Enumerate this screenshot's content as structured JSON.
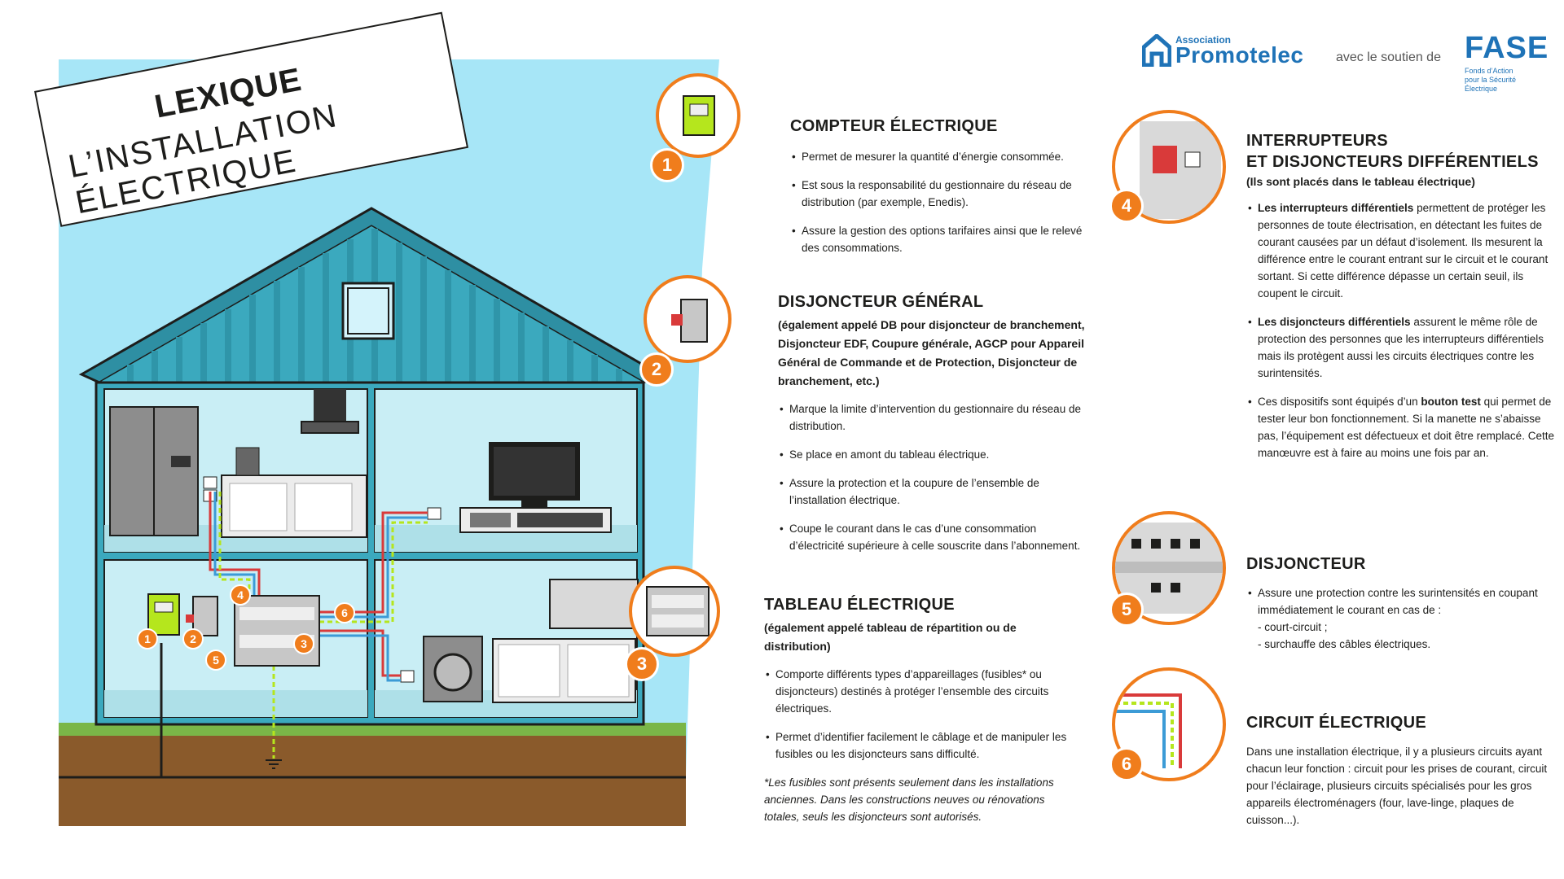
{
  "title": {
    "line1": "LEXIQUE",
    "line2": "L’INSTALLATION ÉLECTRIQUE"
  },
  "header": {
    "association": "Association",
    "promotelec": "Promotelec",
    "avec": "avec le soutien de",
    "fase": "FASE",
    "fase_sub": "Fonds d’Action pour la Sécurité Électrique"
  },
  "colors": {
    "orange": "#f07d1c",
    "sky": "#a7e6f7",
    "house": "#3ba9be",
    "ground": "#8a5a2b",
    "grass": "#7ab648",
    "meter": "#b5e61d"
  },
  "house_badges": [
    "1",
    "2",
    "3",
    "4",
    "5",
    "6"
  ],
  "sections": {
    "compteur": {
      "num": "1",
      "title": "COMPTEUR ÉLECTRIQUE",
      "bullets": [
        "Permet de mesurer la quantité d’énergie consommée.",
        "Est sous la responsabilité du gestionnaire du réseau de distribution (par exemple, Enedis).",
        "Assure la gestion des options tarifaires ainsi que le relevé des consommations."
      ]
    },
    "disjoncteur_general": {
      "num": "2",
      "title": "DISJONCTEUR GÉNÉRAL",
      "subtitle": "(également appelé DB pour disjoncteur de branchement, Disjoncteur EDF, Coupure générale, AGCP pour Appareil Général de Commande et de Protection, Disjoncteur de branchement, etc.)",
      "bullets": [
        "Marque la limite d’intervention du gestionnaire du réseau de distribution.",
        "Se place en amont du tableau électrique.",
        "Assure la protection et la coupure de l’ensemble de l’installation électrique.",
        "Coupe le courant dans le cas d’une consommation d’électricité supérieure à celle souscrite dans l’abonnement."
      ]
    },
    "tableau": {
      "num": "3",
      "title": "TABLEAU ÉLECTRIQUE",
      "subtitle": "(également appelé tableau de répartition ou de distribution)",
      "bullets": [
        "Comporte différents types d’appareillages (fusibles* ou disjoncteurs) destinés à protéger l’ensemble des circuits électriques.",
        "Permet d’identifier facilement le câblage et de manipuler les fusibles ou les disjoncteurs sans difficulté."
      ],
      "note": "*Les fusibles sont présents seulement dans les installations anciennes. Dans les constructions neuves ou rénovations totales, seuls les disjoncteurs sont autorisés."
    },
    "interrupteurs": {
      "num": "4",
      "title1": "INTERRUPTEURS",
      "title2": "ET DISJONCTEURS DIFFÉRENTIELS",
      "subtitle": "(Ils sont placés dans le tableau électrique)",
      "b1_bold": "Les interrupteurs différentiels",
      "b1_rest": "permettent de protéger les personnes de toute électrisation, en détectant les fuites de courant causées par un défaut d’isolement. Ils mesurent la différence entre le courant entrant sur le circuit et le courant sortant. Si cette différence dépasse un certain seuil, ils coupent le circuit.",
      "b2_bold": "Les disjoncteurs différentiels",
      "b2_rest": "assurent le même rôle de protection des personnes que les interrupteurs différentiels mais ils protègent aussi les circuits électriques contre les surintensités.",
      "b3_pre": "Ces dispositifs sont équipés d’un",
      "b3_bold": "bouton test",
      "b3_rest": "qui permet de tester leur bon fonctionnement. Si la manette ne s’abaisse pas, l’équipement est défectueux et doit être remplacé. Cette manœuvre est à faire au moins une fois par an."
    },
    "disjoncteur": {
      "num": "5",
      "title": "DISJONCTEUR",
      "bullet": "Assure une protection contre les surintensités en coupant immédiatement le courant en cas de :",
      "items": [
        "- court-circuit ;",
        "- surchauffe des câbles électriques."
      ]
    },
    "circuit": {
      "num": "6",
      "title": "CIRCUIT ÉLECTRIQUE",
      "text": "Dans une installation électrique, il y a plusieurs circuits ayant chacun leur fonction : circuit pour les prises de courant, circuit pour l’éclairage, plusieurs circuits spécialisés pour les gros appareils électroménagers (four, lave-linge, plaques de cuisson...)."
    }
  }
}
